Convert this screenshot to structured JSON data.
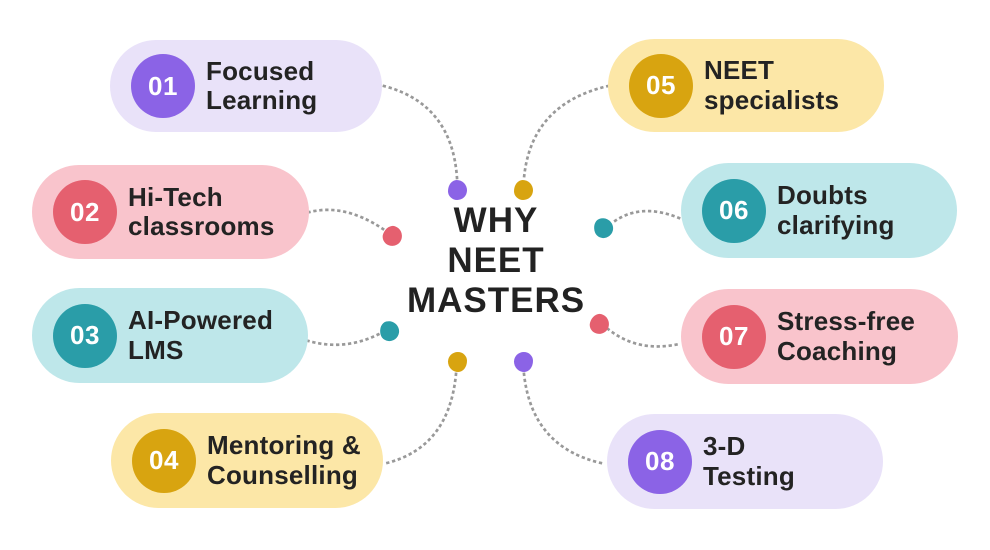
{
  "title": {
    "text": "WHY\nNEET\nMASTERS"
  },
  "items": [
    {
      "number": "01",
      "label": "Focused\nLearning",
      "theme": "purple"
    },
    {
      "number": "02",
      "label": "Hi-Tech\nclassrooms",
      "theme": "pink"
    },
    {
      "number": "03",
      "label": "AI-Powered\nLMS",
      "theme": "teal"
    },
    {
      "number": "04",
      "label": "Mentoring &\nCounselling",
      "theme": "gold"
    },
    {
      "number": "05",
      "label": "NEET\nspecialists",
      "theme": "gold"
    },
    {
      "number": "06",
      "label": "Doubts\nclarifying",
      "theme": "teal"
    },
    {
      "number": "07",
      "label": "Stress-free\nCoaching",
      "theme": "pink"
    },
    {
      "number": "08",
      "label": "3-D\nTesting",
      "theme": "purple"
    }
  ],
  "colors": {
    "purple": {
      "pill": "#E9E2F9",
      "accent": "#8B63E6"
    },
    "pink": {
      "pill": "#F9C4CC",
      "accent": "#E5606F"
    },
    "teal": {
      "pill": "#BEE7EA",
      "accent": "#2A9DA8"
    },
    "gold": {
      "pill": "#FCE7A7",
      "accent": "#D8A410"
    },
    "connector": "#999999",
    "text": "#222222",
    "background": "#FFFFFF"
  }
}
